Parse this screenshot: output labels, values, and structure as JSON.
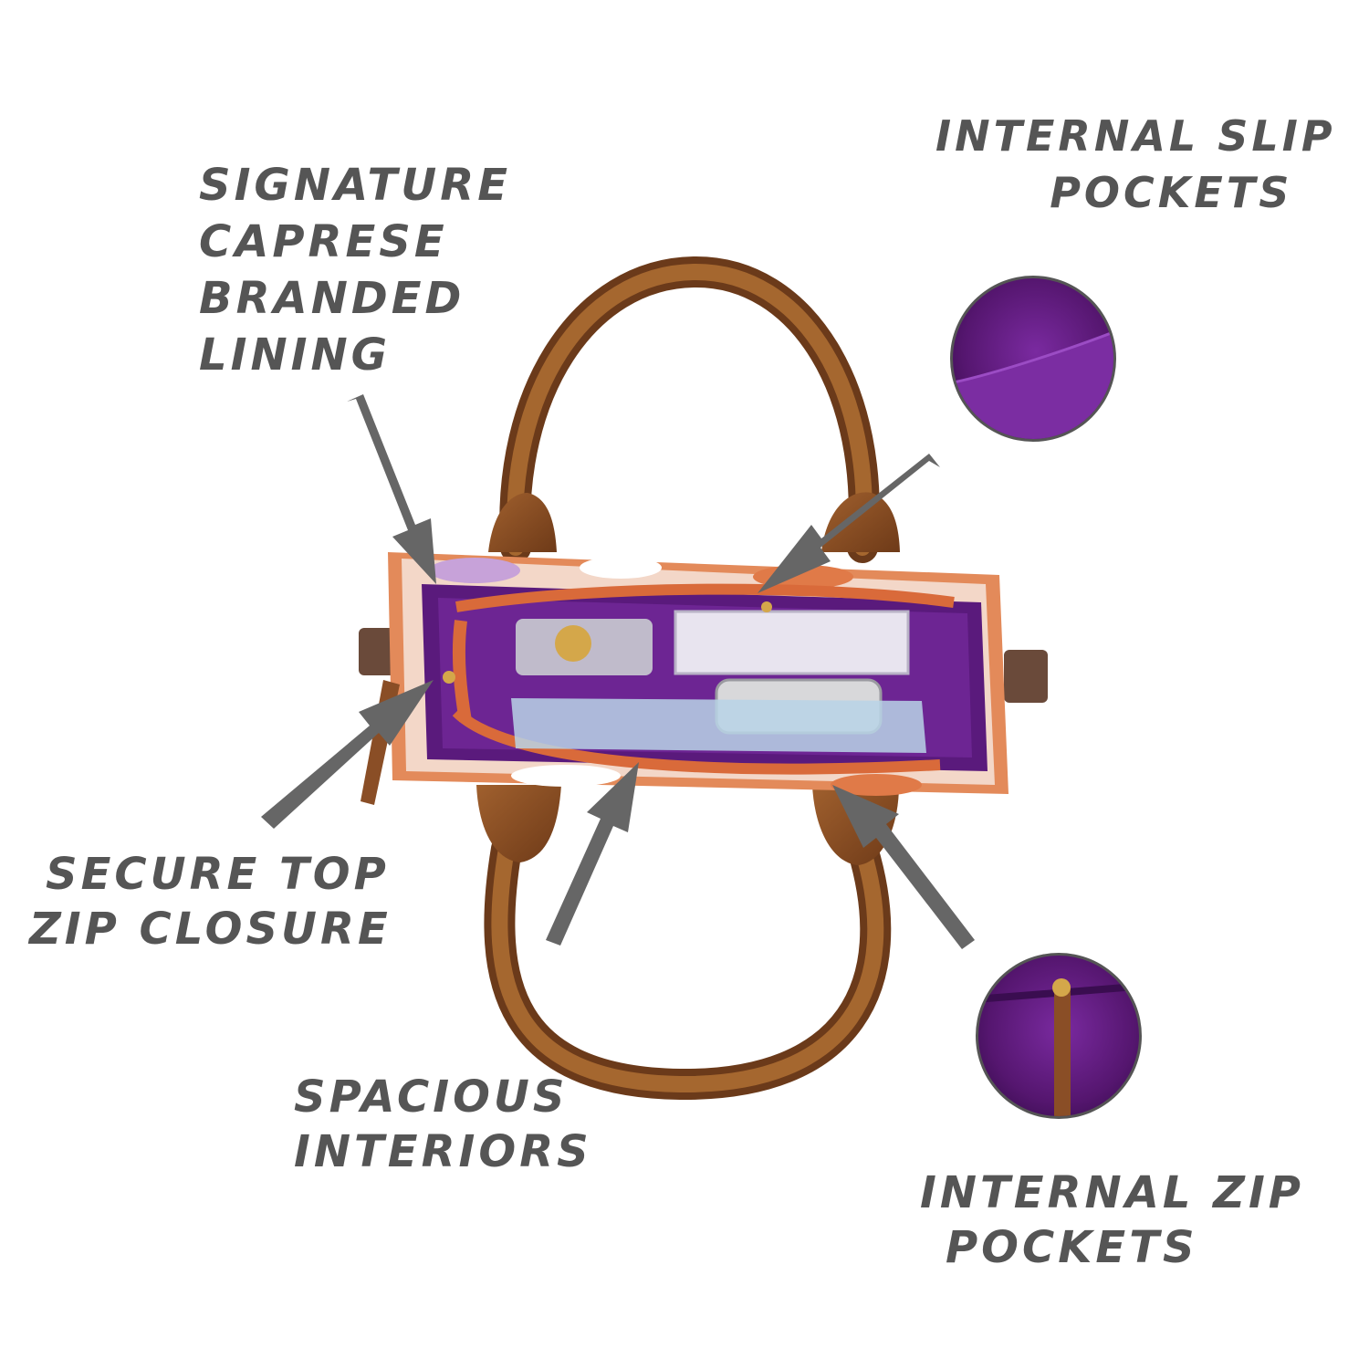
{
  "labels": {
    "lining": [
      "SIGNATURE",
      "CAPRESE",
      "BRANDED",
      "LINING"
    ],
    "slip_pockets": [
      "INTERNAL SLIP",
      "POCKETS"
    ],
    "zip_closure": [
      "SECURE TOP",
      "ZIP CLOSURE"
    ],
    "interiors": [
      "SPACIOUS",
      "INTERIORS"
    ],
    "zip_pockets": [
      "INTERNAL ZIP",
      "POCKETS"
    ]
  },
  "colors": {
    "text": "#555555",
    "arrow": "#666666",
    "handle_leather": "#8a4e26",
    "lining_purple": "#5e1a7e",
    "trim_orange": "#d96a3a"
  },
  "icons": [
    "arrow-icon",
    "handbag-image",
    "slip-pocket-detail-image",
    "zip-pocket-detail-image"
  ]
}
